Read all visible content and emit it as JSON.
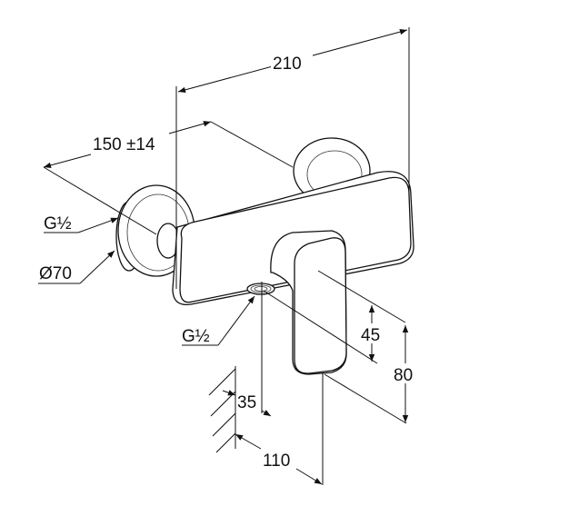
{
  "drawing": {
    "title": "Shower mixer dimension drawing",
    "dimensions": {
      "overall_width": "210",
      "inlet_spacing": "150 ±14",
      "inlet_thread": "G½",
      "plate_diameter": "Ø70",
      "outlet_thread": "G½",
      "handle_offset": "45",
      "handle_height": "80",
      "outlet_height": "35",
      "projection": "110"
    }
  }
}
